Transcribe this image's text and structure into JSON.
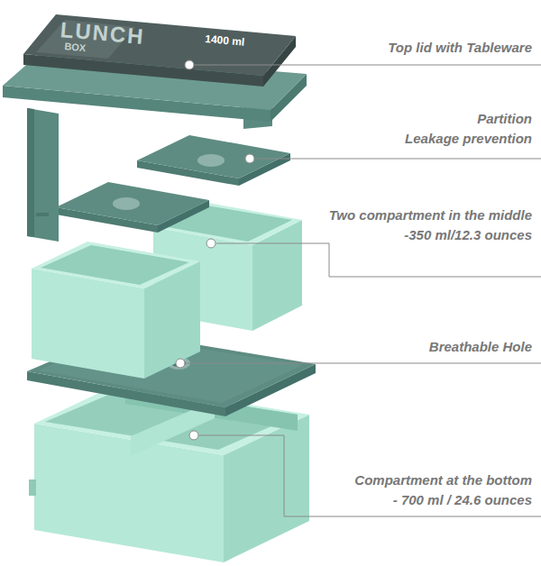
{
  "diagram": {
    "labels": [
      "Top lid with Tableware",
      "Partition Leakage prevention",
      "Two compartment in the middle -350 ml/12.3 ounces",
      "Breathable Hole",
      "Compartment at the bottom - 700 ml / 24.6 ounces",
      "LUNCH",
      "BOX",
      "1400 ml"
    ]
  }
}
